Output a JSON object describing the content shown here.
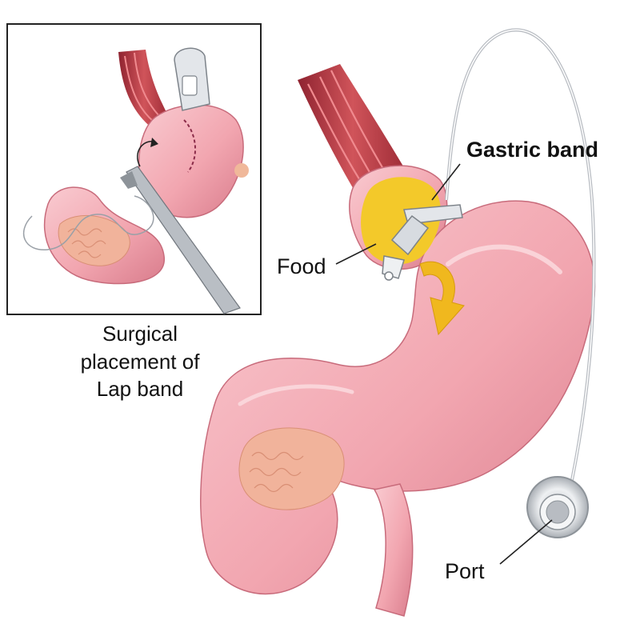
{
  "labels": {
    "gastric_band": "Gastric band",
    "food": "Food",
    "port": "Port",
    "inset_caption": [
      "Surgical",
      "placement of",
      "Lap band"
    ]
  },
  "colors": {
    "stomach": "#f2a6b0",
    "stomach_dark": "#d97c8c",
    "stomach_light": "#f9cbd1",
    "esophagus": "#c8464e",
    "food": "#f3c92a",
    "arrow": "#f0b81e",
    "pancreas": "#f1b39b",
    "band": "#d7dbe0",
    "tube": "#b8bcc2",
    "leader_line": "#222222",
    "inset_border": "#222222"
  },
  "icons": [
    "stomach-illustration",
    "esophagus-illustration",
    "gastric-band-icon",
    "food-blob-icon",
    "flow-arrow-icon",
    "access-port-icon",
    "surgical-instrument-icon",
    "suture-icon"
  ]
}
